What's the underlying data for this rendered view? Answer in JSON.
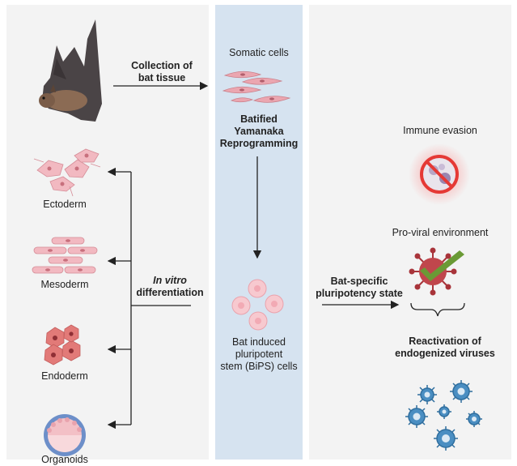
{
  "left": {
    "collection_line1": "Collection of",
    "collection_line2": "bat tissue",
    "ectoderm": "Ectoderm",
    "mesoderm": "Mesoderm",
    "endoderm": "Endoderm",
    "organoids": "Organoids",
    "invitro_line1": "In vitro",
    "invitro_line2": "differentiation"
  },
  "middle": {
    "somatic": "Somatic cells",
    "reprog_line1": "Batified",
    "reprog_line2": "Yamanaka",
    "reprog_line3": "Reprogramming",
    "bips_line1": "Bat induced",
    "bips_line2": "pluripotent",
    "bips_line3": "stem (BiPS) cells"
  },
  "right": {
    "immune": "Immune evasion",
    "proviral": "Pro-viral environment",
    "state_line1": "Bat-specific",
    "state_line2": "pluripotency state",
    "reactivation_line1": "Reactivation of",
    "reactivation_line2": "endogenized viruses"
  },
  "icons": [
    "bat-icon",
    "somatic-cells-icon",
    "ectoderm-cells-icon",
    "mesoderm-cells-icon",
    "endoderm-cells-icon",
    "organoid-icon",
    "bips-cells-icon",
    "immune-evasion-icon",
    "proviral-virus-icon",
    "virus-particles-icon"
  ],
  "colors": {
    "middle_panel": "#d6e3f0",
    "side_panel": "#f3f3f3",
    "cells": "#e9a3ad",
    "virus": "#3f86b8",
    "prohibit": "#e53935"
  }
}
